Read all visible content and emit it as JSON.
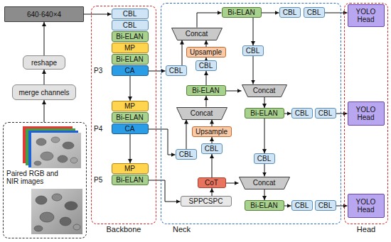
{
  "diagram": {
    "nodes": [
      {
        "text": [
          "640·640×4"
        ]
      },
      {
        "text": [
          "reshape"
        ]
      },
      {
        "text": [
          "merge channels"
        ]
      },
      {
        "text": [
          "Paired RGB and NIR images"
        ]
      },
      {
        "text": [
          "Backbone"
        ]
      },
      {
        "text": [
          "CBL"
        ],
        "in": 4
      },
      {
        "text": [
          "CBL"
        ],
        "in": 4
      },
      {
        "text": [
          "Bi-ELAN"
        ],
        "in": 4
      },
      {
        "text": [
          "MP"
        ],
        "in": 4
      },
      {
        "text": [
          "Bi-ELAN"
        ],
        "in": 4
      },
      {
        "text": [
          "CA"
        ],
        "in": 4
      },
      {
        "text": [
          "MP"
        ],
        "in": 4
      },
      {
        "text": [
          "Bi-ELAN"
        ],
        "in": 4
      },
      {
        "text": [
          "CA"
        ],
        "in": 4
      },
      {
        "text": [
          "MP"
        ],
        "in": 4
      },
      {
        "text": [
          "Bi-ELAN"
        ],
        "in": 4
      },
      {
        "text": [
          "Neck"
        ]
      },
      {
        "text": [
          "Bi-ELAN"
        ],
        "in": 16
      },
      {
        "text": [
          "CBL"
        ],
        "in": 16
      },
      {
        "text": [
          "CBL"
        ],
        "in": 16
      },
      {
        "text": [
          "Concat"
        ],
        "in": 16
      },
      {
        "text": [
          "Upsample"
        ],
        "in": 16
      },
      {
        "text": [
          "CBL"
        ],
        "in": 16
      },
      {
        "text": [
          "CBL"
        ],
        "in": 16
      },
      {
        "text": [
          "CBL"
        ],
        "in": 16
      },
      {
        "text": [
          "Bi-ELAN"
        ],
        "in": 16
      },
      {
        "text": [
          "Concat"
        ],
        "in": 16
      },
      {
        "text": [
          "Bi-ELAN"
        ],
        "in": 16
      },
      {
        "text": [
          "CBL"
        ],
        "in": 16
      },
      {
        "text": [
          "CBL"
        ],
        "in": 16
      },
      {
        "text": [
          "Concat"
        ],
        "in": 16
      },
      {
        "text": [
          "Upsample"
        ],
        "in": 16
      },
      {
        "text": [
          "CBL"
        ],
        "in": 16
      },
      {
        "text": [
          "CBL"
        ],
        "in": 16
      },
      {
        "text": [
          "CBL"
        ],
        "in": 16
      },
      {
        "text": [
          "CoT"
        ],
        "in": 16
      },
      {
        "text": [
          "Concat"
        ],
        "in": 16
      },
      {
        "text": [
          "SPPCSPC"
        ],
        "in": 16
      },
      {
        "text": [
          "Bi-ELAN"
        ],
        "in": 16
      },
      {
        "text": [
          "CBL"
        ],
        "in": 16
      },
      {
        "text": [
          "CBL"
        ],
        "in": 16
      },
      {
        "text": [
          "Head"
        ]
      },
      {
        "text": [
          "YOLO Head"
        ],
        "in": 41
      },
      {
        "text": [
          "YOLO Head"
        ],
        "in": 41
      },
      {
        "text": [
          "YOLO Head"
        ],
        "in": 41
      }
    ],
    "edges": [
      {
        "from": 3,
        "to": 2,
        "arrow": "to"
      },
      {
        "from": 2,
        "to": 1,
        "arrow": "to"
      },
      {
        "from": 1,
        "to": 0,
        "arrow": "to"
      },
      {
        "from": 0,
        "to": 5,
        "arrow": "to"
      },
      {
        "from": 10,
        "to": 11,
        "arrow": "to"
      },
      {
        "from": 13,
        "to": 14,
        "arrow": "to"
      },
      {
        "from": 10,
        "to": 24,
        "arrow": "to"
      },
      {
        "from": 13,
        "to": 33,
        "arrow": "to"
      },
      {
        "from": 15,
        "to": 37,
        "arrow": "to"
      },
      {
        "from": 37,
        "to": 35,
        "arrow": "to"
      },
      {
        "from": 35,
        "to": 32,
        "arrow": "to"
      },
      {
        "from": 35,
        "to": 36,
        "arrow": "to"
      },
      {
        "from": 32,
        "to": 31,
        "arrow": "to"
      },
      {
        "from": 31,
        "to": 30,
        "arrow": "to"
      },
      {
        "from": 33,
        "to": 30,
        "arrow": "to"
      },
      {
        "from": 30,
        "to": 25,
        "arrow": "to"
      },
      {
        "from": 25,
        "to": 22,
        "arrow": "to"
      },
      {
        "from": 25,
        "to": 26,
        "arrow": "to"
      },
      {
        "from": 22,
        "to": 21,
        "arrow": "to"
      },
      {
        "from": 21,
        "to": 20,
        "arrow": "to"
      },
      {
        "from": 24,
        "to": 20,
        "arrow": "to"
      },
      {
        "from": 20,
        "to": 17,
        "arrow": "to"
      },
      {
        "from": 17,
        "to": 18,
        "arrow": "to"
      },
      {
        "from": 19,
        "to": 42,
        "arrow": "to"
      },
      {
        "from": 17,
        "to": 23,
        "arrow": "to"
      },
      {
        "from": 23,
        "to": 26,
        "arrow": "to"
      },
      {
        "from": 26,
        "to": 27,
        "arrow": "to"
      },
      {
        "from": 27,
        "to": 28,
        "arrow": "to"
      },
      {
        "from": 29,
        "to": 43,
        "arrow": "to"
      },
      {
        "from": 27,
        "to": 34,
        "arrow": "to"
      },
      {
        "from": 34,
        "to": 36,
        "arrow": "to"
      },
      {
        "from": 36,
        "to": 38,
        "arrow": "to"
      },
      {
        "from": 38,
        "to": 39,
        "arrow": "to"
      },
      {
        "from": 40,
        "to": 44,
        "arrow": "to"
      }
    ],
    "labels": [
      "P3",
      "P4",
      "P5"
    ]
  }
}
